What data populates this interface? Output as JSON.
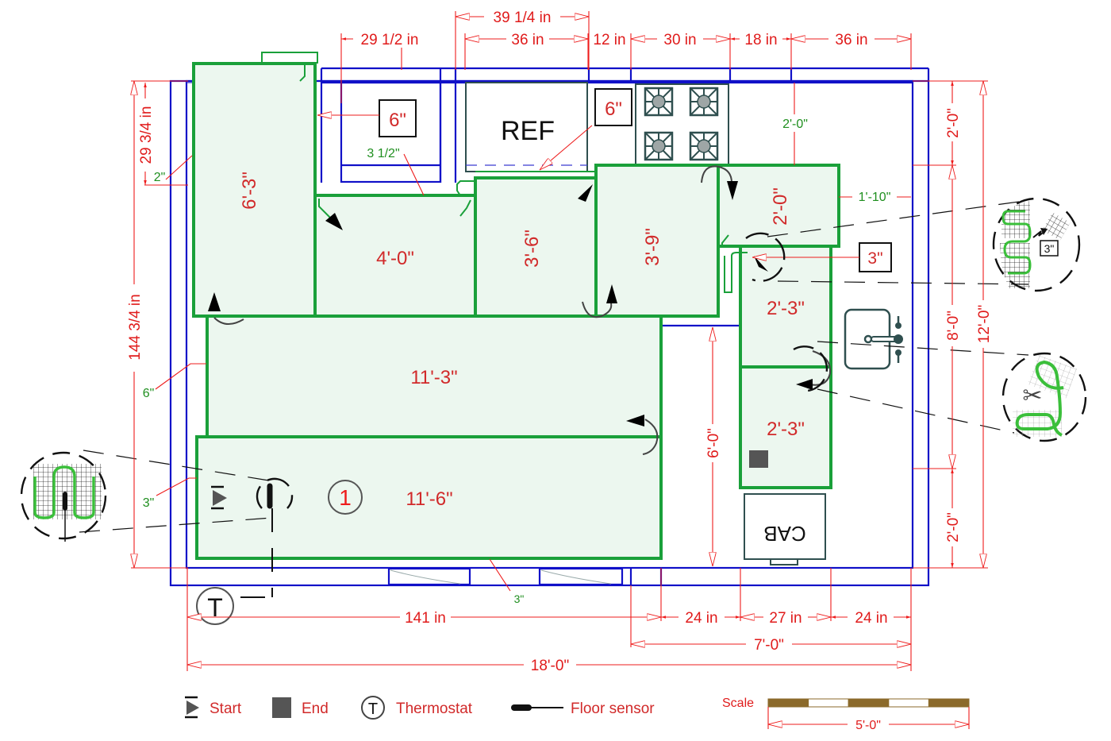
{
  "title": "Heated floor mat layout plan",
  "top_dimensions": {
    "upper": "39 1/4 in",
    "lower": [
      "29 1/2 in",
      "36 in",
      "12 in",
      "30 in",
      "18 in",
      "36 in"
    ]
  },
  "left_dimensions": {
    "overall": "144 3/4 in",
    "upper": "29 3/4 in",
    "gaps": [
      "2\"",
      "6\"",
      "3\""
    ]
  },
  "right_dimensions": {
    "segments": [
      "2'-0\"",
      "8'-0\"",
      "2'-0\""
    ],
    "overall": "12'-0\""
  },
  "bottom_dimensions": {
    "row1": [
      "141 in",
      "24 in",
      "27 in",
      "24 in"
    ],
    "row2": "7'-0\"",
    "row3": "18'-0\""
  },
  "interior_dimensions": {
    "gap_3_5": "3 1/2\"",
    "counter_clearance": "2'-0\"",
    "side_clearance": "1'-10\"",
    "aisle": "6'-0\"",
    "door_gap": "3\""
  },
  "fixtures": {
    "refrigerator": "REF",
    "cabinet": "CAB",
    "stove": "4-burner range",
    "sink": "sink"
  },
  "tags": [
    "6\"",
    "6\"",
    "3\"",
    "3\""
  ],
  "mats": [
    {
      "id": "mat-a",
      "label": "6'-3\"",
      "orientation": "vertical"
    },
    {
      "id": "mat-b",
      "label": "4'-0\"",
      "orientation": "horizontal"
    },
    {
      "id": "mat-c",
      "label": "3'-6\"",
      "orientation": "vertical"
    },
    {
      "id": "mat-d",
      "label": "3'-9\"",
      "orientation": "vertical"
    },
    {
      "id": "mat-e",
      "label": "2'-0\"",
      "orientation": "vertical"
    },
    {
      "id": "mat-f",
      "label": "2'-3\"",
      "orientation": "horizontal"
    },
    {
      "id": "mat-g",
      "label": "2'-3\"",
      "orientation": "horizontal"
    },
    {
      "id": "mat-h",
      "label": "11'-3\"",
      "orientation": "horizontal"
    },
    {
      "id": "mat-i",
      "label": "11'-6\"",
      "orientation": "horizontal"
    }
  ],
  "zone_number": "1",
  "legend": {
    "start": "Start",
    "end": "End",
    "thermostat": "Thermostat",
    "thermostat_symbol": "T",
    "floor_sensor": "Floor sensor"
  },
  "scale": {
    "label": "Scale",
    "length": "5'-0\""
  },
  "colors": {
    "wall": "#1010c8",
    "dimension": "#ee1c1c",
    "mat_outline": "#1aa03a",
    "mat_fill": "#ecf7ef",
    "note_green": "#1f8f1f",
    "scale_brown": "#8b6a2b"
  }
}
